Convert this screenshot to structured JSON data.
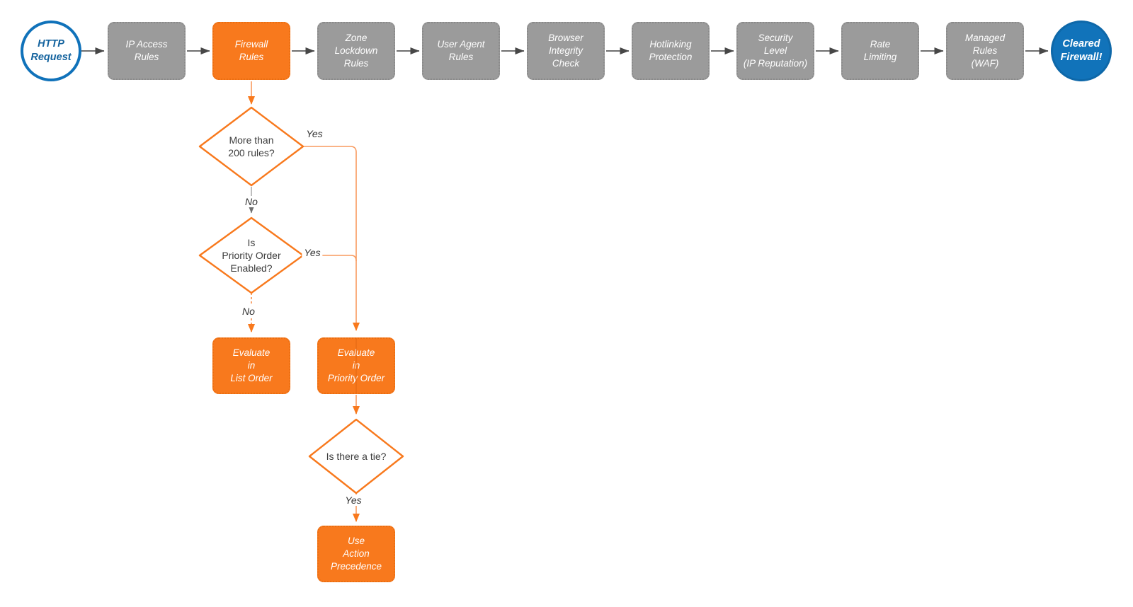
{
  "colors": {
    "accent_orange": "#F8791D",
    "step_gray": "#9B9B9B",
    "brand_blue": "#1072BA",
    "connector_dark": "#474747",
    "connector_gray": "#6F6F6F",
    "text_dark": "#3D3D3D"
  },
  "start_node": {
    "label": "HTTP\nRequest"
  },
  "end_node": {
    "label": "Cleared\nFirewall!"
  },
  "pipeline": [
    {
      "id": "ip-access-rules",
      "label": "IP Access\nRules",
      "highlighted": false
    },
    {
      "id": "firewall-rules",
      "label": "Firewall\nRules",
      "highlighted": true
    },
    {
      "id": "zone-lockdown-rules",
      "label": "Zone\nLockdown\nRules",
      "highlighted": false
    },
    {
      "id": "user-agent-rules",
      "label": "User Agent\nRules",
      "highlighted": false
    },
    {
      "id": "browser-integrity-check",
      "label": "Browser\nIntegrity\nCheck",
      "highlighted": false
    },
    {
      "id": "hotlinking-protection",
      "label": "Hotlinking\nProtection",
      "highlighted": false
    },
    {
      "id": "security-level",
      "label": "Security\nLevel\n(IP Reputation)",
      "highlighted": false
    },
    {
      "id": "rate-limiting",
      "label": "Rate\nLimiting",
      "highlighted": false
    },
    {
      "id": "managed-rules-waf",
      "label": "Managed\nRules\n(WAF)",
      "highlighted": false
    }
  ],
  "decisions": [
    {
      "id": "more-than-200-rules",
      "label": "More than\n200 rules?"
    },
    {
      "id": "priority-order-enabled",
      "label": "Is\nPriority Order\nEnabled?"
    },
    {
      "id": "is-there-a-tie",
      "label": "Is there a tie?"
    }
  ],
  "actions": [
    {
      "id": "evaluate-in-list-order",
      "label": "Evaluate\nin\nList Order"
    },
    {
      "id": "evaluate-in-priority-order",
      "label": "Evaluate\nin\nPriority Order"
    },
    {
      "id": "use-action-precedence",
      "label": "Use\nAction\nPrecedence"
    }
  ],
  "edge_labels": {
    "yes_200": "Yes",
    "no_200": "No",
    "yes_priority": "Yes",
    "no_priority": "No",
    "yes_tie": "Yes"
  }
}
